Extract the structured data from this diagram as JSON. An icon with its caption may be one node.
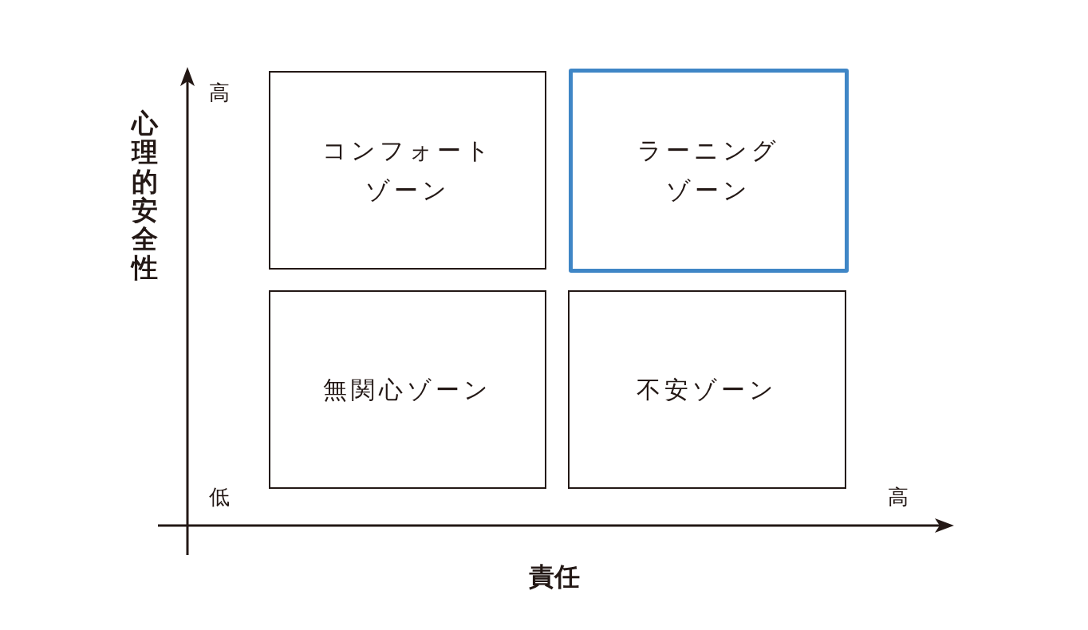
{
  "diagram": {
    "nodes": [
      {
        "text": [
          "コンフォートゾーン"
        ]
      },
      {
        "text": [
          "ラーニングゾーン"
        ]
      },
      {
        "text": [
          "無関心ゾーン"
        ]
      },
      {
        "text": [
          "不安ゾーン"
        ]
      }
    ],
    "labels": [
      "高",
      "心理的安全性",
      "低",
      "高",
      "責任"
    ]
  }
}
